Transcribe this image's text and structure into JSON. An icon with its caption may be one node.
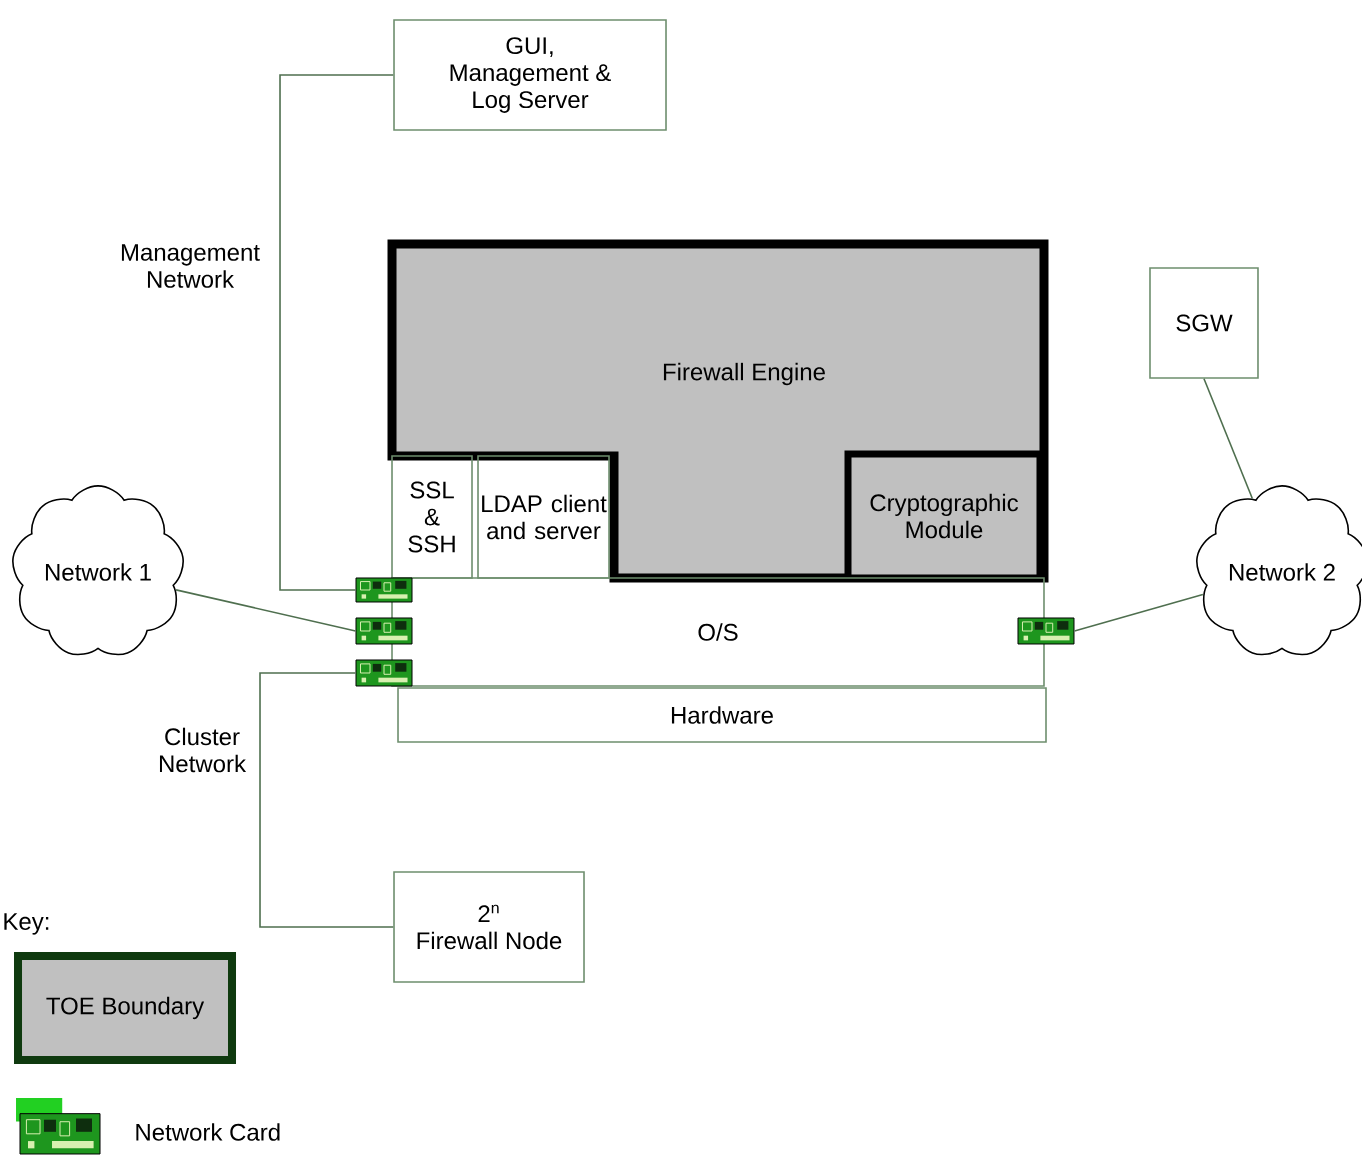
{
  "diagram": {
    "nodes": [
      {
        "text": [
          "GUI, Management & Log Server"
        ]
      },
      {
        "text": [
          "Firewall Engine"
        ]
      },
      {
        "text": [
          "Cryptographic Module"
        ],
        "in": 1
      },
      {
        "text": [
          "SGW"
        ]
      },
      {
        "text": [
          "SSL & SSH"
        ]
      },
      {
        "text": [
          "LDAP client and server"
        ]
      },
      {
        "text": [
          "Network 1"
        ]
      },
      {
        "text": [
          "Network 2"
        ]
      },
      {
        "text": [
          "O/S"
        ]
      },
      {
        "text": [],
        "shape": "picture"
      },
      {
        "text": [],
        "shape": "picture"
      },
      {
        "text": [],
        "shape": "picture"
      },
      {
        "text": [],
        "shape": "picture"
      },
      {
        "text": [
          "Hardware"
        ]
      },
      {
        "text": [
          "2$^{n}$ Firewall Node"
        ]
      }
    ],
    "edges": [
      {
        "from": 0,
        "to": 9,
        "arrow": "none",
        "label": "Management Network"
      },
      {
        "from": 3,
        "to": 7,
        "arrow": "none"
      },
      {
        "from": 6,
        "to": 10,
        "arrow": "none"
      },
      {
        "from": 7,
        "to": 12,
        "arrow": "none"
      },
      {
        "from": 11,
        "to": 14,
        "arrow": "none",
        "label": "Cluster Network"
      }
    ],
    "labels": [
      "Key:"
    ],
    "legend": [
      {
        "text": "TOE Boundary"
      },
      {
        "text": "Network Card"
      }
    ]
  }
}
